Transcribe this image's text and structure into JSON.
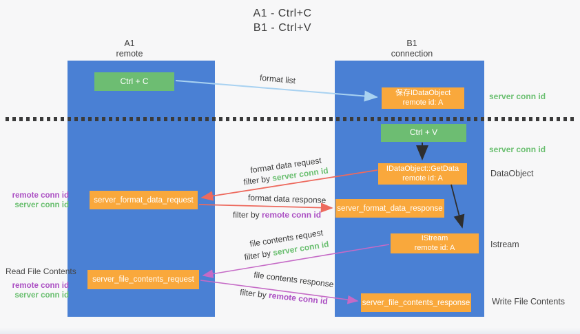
{
  "title": {
    "line1": "A1 - Ctrl+C",
    "line2": "B1 - Ctrl+V"
  },
  "lanes": {
    "a1": {
      "name": "A1",
      "role": "remote"
    },
    "b1": {
      "name": "B1",
      "role": "connection"
    }
  },
  "nodes": {
    "ctrl_c": {
      "label": "Ctrl + C"
    },
    "save_idataobject": {
      "line1": "保存IDataObject",
      "line2": "remote id: A"
    },
    "ctrl_v": {
      "label": "Ctrl + V"
    },
    "idataobject_getdata": {
      "line1": "IDataObject::GetData",
      "line2": "remote id: A"
    },
    "server_format_data_request": {
      "label": "server_format_data_request"
    },
    "server_format_data_response": {
      "label": "server_format_data_response"
    },
    "istream": {
      "line1": "IStream",
      "line2": "remote id: A"
    },
    "server_file_contents_request": {
      "label": "server_file_contents_request"
    },
    "server_file_contents_response": {
      "label": "server_file_contents_response"
    }
  },
  "edges": {
    "format_list": "format list",
    "format_data_request": "format data request",
    "format_data_response": "format data response",
    "file_contents_request": "file contents request",
    "file_contents_response": "file contents response",
    "filter_by": "filter by ",
    "server_conn_id": "server conn id",
    "remote_conn_id": "remote conn id"
  },
  "annotations": {
    "server_conn_id_right_top": "server conn id",
    "server_conn_id_right_mid": "server conn id",
    "dataobject": "DataObject",
    "istream": "Istream",
    "write_file_contents": "Write File Contents",
    "read_file_contents": "Read File Contents",
    "remote_conn_id_left_top": "remote conn id",
    "server_conn_id_left_top": "server conn id",
    "remote_conn_id_left_bottom": "remote conn id",
    "server_conn_id_left_bottom": "server conn id"
  },
  "colors": {
    "lane_blue": "#4a80d4",
    "box_green": "#6dbd72",
    "box_orange": "#f9a83c",
    "arrow_red": "#ed6a5e",
    "arrow_purple": "#c56ac6",
    "arrow_light_blue": "#a9d2f1",
    "arrow_black": "#2e2e2e",
    "conn_id_green": "#6abf70",
    "conn_id_purple": "#ab4fc3"
  }
}
